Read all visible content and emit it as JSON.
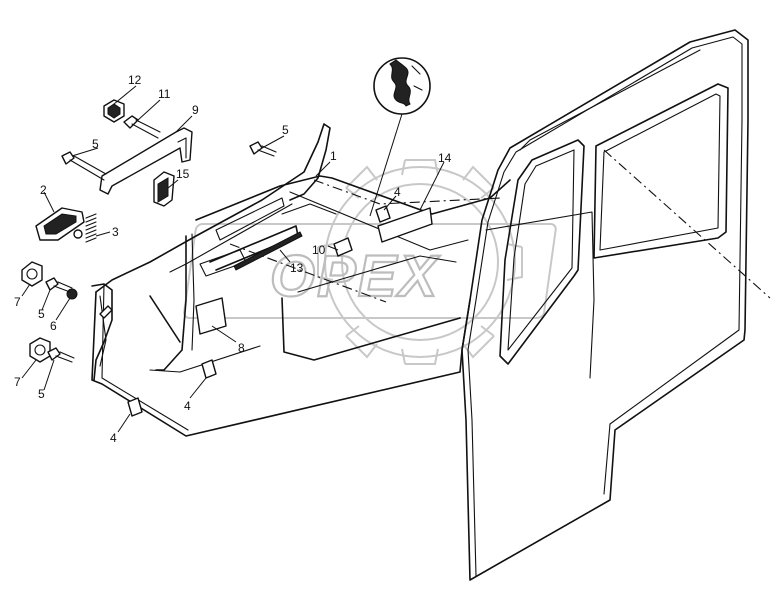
{
  "watermark": {
    "text": "OPEX",
    "color": "#bdbdbd"
  },
  "callouts": {
    "c1": "1",
    "c2": "2",
    "c3": "3",
    "c4a": "4",
    "c4b": "4",
    "c4c": "4",
    "c5a": "5",
    "c5b": "5",
    "c5c": "5",
    "c5d": "5",
    "c6": "6",
    "c7a": "7",
    "c7b": "7",
    "c8": "8",
    "c9": "9",
    "c10": "10",
    "c11": "11",
    "c12": "12",
    "c13": "13",
    "c14": "14",
    "c15": "15"
  }
}
